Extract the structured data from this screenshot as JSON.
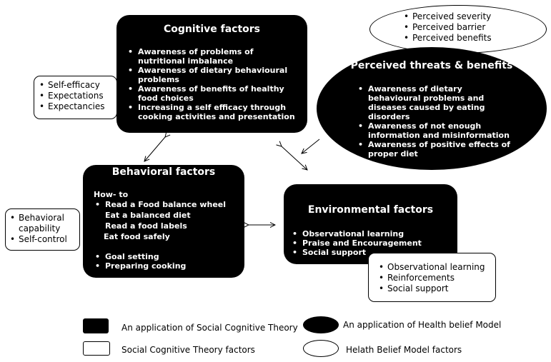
{
  "cognitive": {
    "title": "Cognitive factors",
    "items": [
      "Awareness of problems of nutritional imbalance",
      "Awareness of dietary behavioural problems",
      "Awareness of benefits of healthy food choices",
      "Increasing a self efficacy through cooking activities and presentation"
    ]
  },
  "cognitive_sct": {
    "items": [
      "Self-efficacy",
      "Expectations",
      "Expectancies"
    ]
  },
  "perceived_top": {
    "items": [
      "Perceived severity",
      "Perceived barrier",
      "Perceived benefits"
    ]
  },
  "perceived": {
    "title": "Perceived threats & benefits",
    "items": [
      "Awareness of dietary behavioural problems and  diseases caused by eating disorders",
      "Awareness of not enough information and misinformation",
      "Awareness of positive effects of proper diet"
    ]
  },
  "behavioral": {
    "title": "Behavioral factors",
    "howto": "How- to",
    "items_a": [
      "Read a Food balance wheel"
    ],
    "plain": [
      "Eat a balanced diet",
      "Read a food labels",
      "Eat food safely"
    ],
    "items_b": [
      "Goal setting",
      "Preparing cooking"
    ]
  },
  "behavioral_sct": {
    "items": [
      "Behavioral capability",
      "Self-control"
    ]
  },
  "environmental": {
    "title": "Environmental factors",
    "items": [
      "Observational learning",
      "Praise and Encouragement",
      "Social support"
    ]
  },
  "environmental_sct": {
    "items": [
      "Observational learning",
      "Reinforcements",
      "Social support"
    ]
  },
  "legend": {
    "sct_application": "An application of Social Cognitive Theory",
    "hbm_application": "An application of Health belief Model",
    "sct_factors": "Social Cognitive Theory factors",
    "hbm_factors": "Helath Belief Model factors"
  }
}
